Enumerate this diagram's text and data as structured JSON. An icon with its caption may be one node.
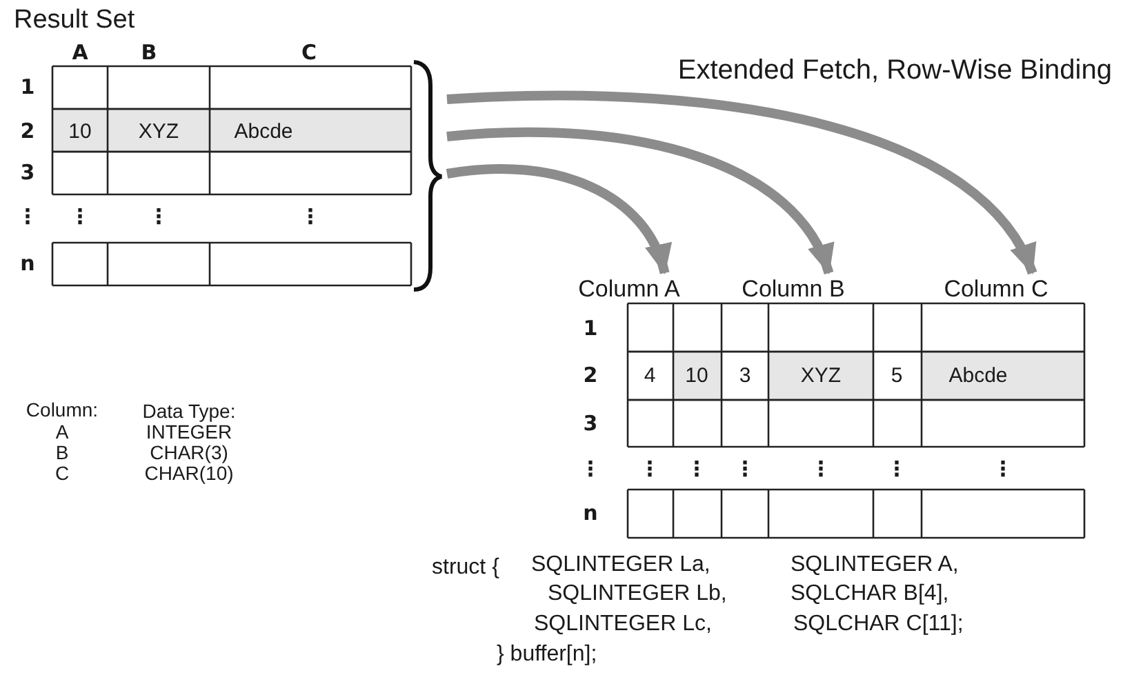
{
  "diagram": {
    "title": "Extended Fetch, Row-Wise Binding",
    "nodes": [
      {
        "text": [
          "Result Set"
        ]
      },
      {
        "text": [
          "Column A"
        ]
      },
      {
        "text": [
          "Column B"
        ]
      },
      {
        "text": [
          "Column C"
        ]
      }
    ],
    "edges": [
      {
        "from": 0,
        "to": 1,
        "arrow": "to"
      },
      {
        "from": 0,
        "to": 2,
        "arrow": "to"
      },
      {
        "from": 0,
        "to": 3,
        "arrow": "to"
      }
    ],
    "labels": [
      "A",
      "B",
      "C",
      "1",
      "2",
      "10",
      "XYZ",
      "Abcde",
      "3",
      "⋮",
      "⋮",
      "⋮",
      "⋮",
      "n",
      "Column:",
      "Data Type:",
      "A",
      "INTEGER",
      "B",
      "CHAR(3)",
      "C",
      "CHAR(10)",
      "1",
      "2",
      "4",
      "10",
      "3",
      "XYZ",
      "5",
      "Abcde",
      "3",
      "⋮",
      "⋮",
      "⋮",
      "⋮",
      "⋮",
      "⋮",
      "⋮",
      "n",
      "struct {",
      "SQLINTEGER La,",
      "SQLINTEGER A,",
      "SQLINTEGER Lb,",
      "SQLCHAR B[4],",
      "SQLINTEGER Lc,",
      "SQLCHAR C[11];",
      "} buffer[n];"
    ]
  }
}
